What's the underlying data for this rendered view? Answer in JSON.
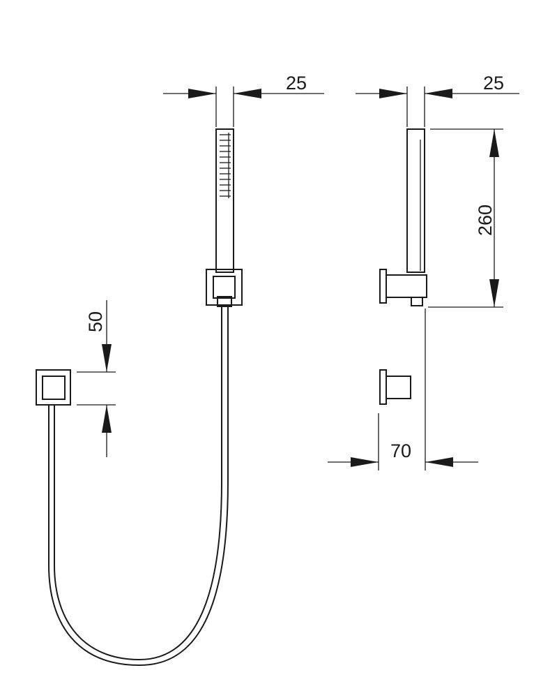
{
  "dimensions": {
    "front_head_width": "25",
    "side_head_width": "25",
    "head_length": "260",
    "outlet_size": "50",
    "projection": "70"
  },
  "colors": {
    "line": "#1a1a1a",
    "background": "#ffffff"
  }
}
